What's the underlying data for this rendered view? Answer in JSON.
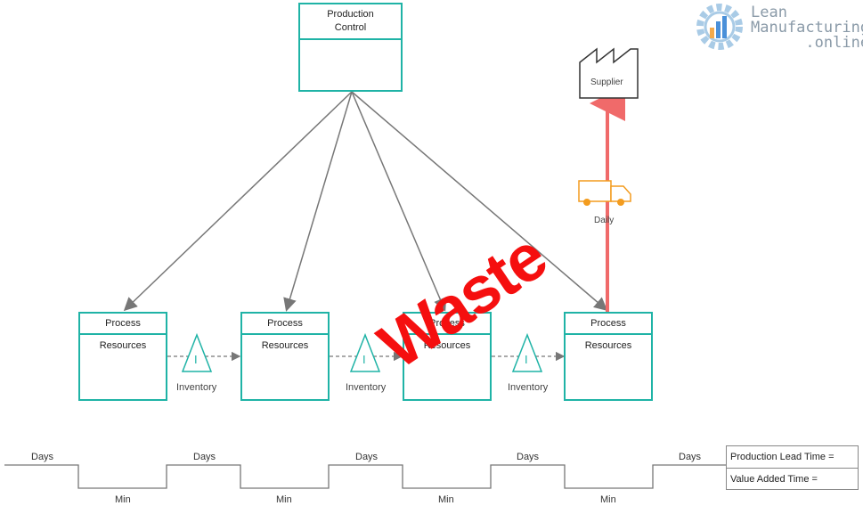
{
  "logo": {
    "line1": "Lean",
    "line2": "Manufacturing",
    "line3": ".online"
  },
  "production_control": {
    "title_line1": "Production",
    "title_line2": "Control"
  },
  "supplier": {
    "label": "Supplier"
  },
  "shipment": {
    "frequency": "Daily",
    "icon": "truck-icon"
  },
  "processes": [
    {
      "title": "Process",
      "body": "Resources"
    },
    {
      "title": "Process",
      "body": "Resources"
    },
    {
      "title": "Process",
      "body": "Resources"
    },
    {
      "title": "Process",
      "body": "Resources"
    }
  ],
  "inventories": [
    {
      "symbol": "I",
      "label": "Inventory"
    },
    {
      "symbol": "I",
      "label": "Inventory"
    },
    {
      "symbol": "I",
      "label": "Inventory"
    }
  ],
  "overlay": {
    "text": "Waste"
  },
  "timeline": {
    "days": [
      "Days",
      "Days",
      "Days",
      "Days",
      "Days"
    ],
    "mins": [
      "Min",
      "Min",
      "Min",
      "Min"
    ]
  },
  "summary": {
    "lead_time": "Production Lead Time =",
    "value_added": "Value Added Time ="
  },
  "colors": {
    "teal": "#1fb3a6",
    "red_arrow": "#f06a6a",
    "truck": "#f39c1f",
    "waste": "#f50f0f"
  }
}
